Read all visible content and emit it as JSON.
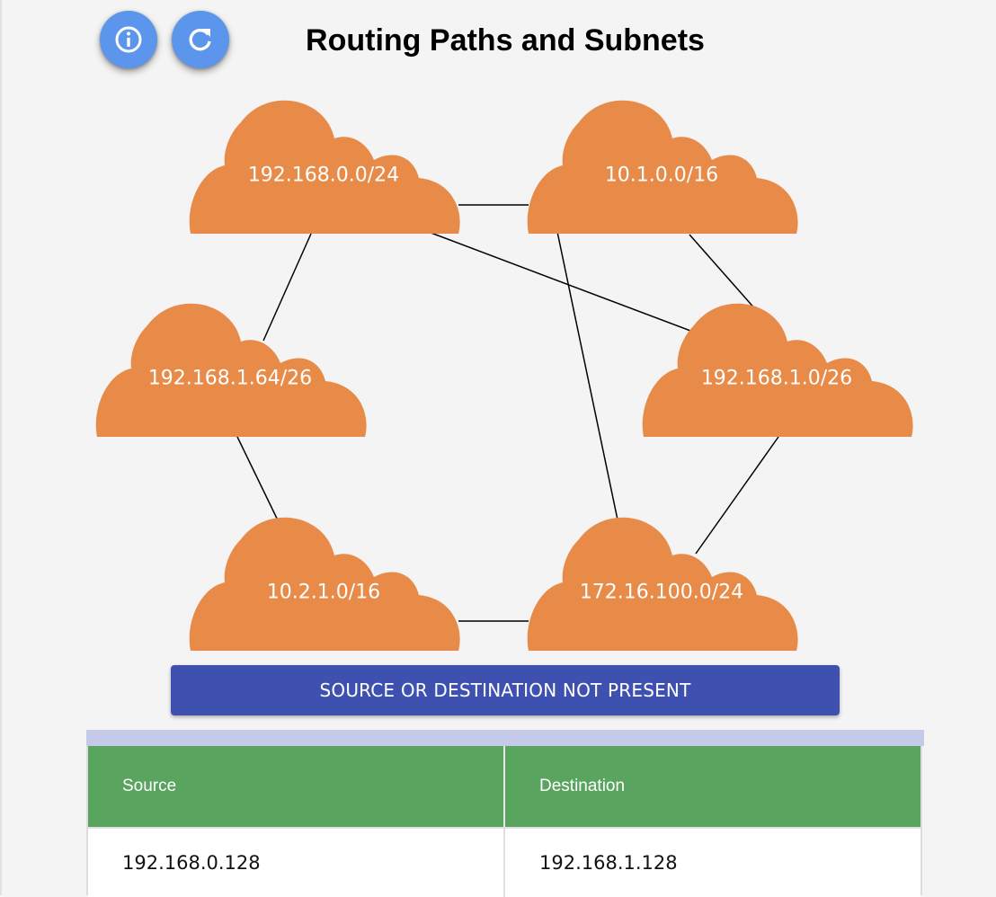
{
  "title": "Routing Paths and Subnets",
  "toolbar": {
    "info_icon": "info-icon",
    "refresh_icon": "refresh-icon"
  },
  "diagram": {
    "cloud_color": "#e88b48",
    "nodes": [
      {
        "id": "n1",
        "label": "192.168.0.0/24"
      },
      {
        "id": "n2",
        "label": "10.1.0.0/16"
      },
      {
        "id": "n3",
        "label": "192.168.1.64/26"
      },
      {
        "id": "n4",
        "label": "192.168.1.0/26"
      },
      {
        "id": "n5",
        "label": "10.2.1.0/16"
      },
      {
        "id": "n6",
        "label": "172.16.100.0/24"
      }
    ],
    "edges": [
      [
        "n1",
        "n2"
      ],
      [
        "n1",
        "n4"
      ],
      [
        "n1",
        "n3"
      ],
      [
        "n2",
        "n4"
      ],
      [
        "n2",
        "n6"
      ],
      [
        "n3",
        "n5"
      ],
      [
        "n4",
        "n6"
      ],
      [
        "n5",
        "n6"
      ]
    ]
  },
  "status_button": {
    "label": "SOURCE OR DESTINATION NOT PRESENT",
    "color": "#3f51b0"
  },
  "table": {
    "header_color": "#59a55f",
    "headers": [
      "Source",
      "Destination"
    ],
    "rows": [
      [
        "192.168.0.128",
        "192.168.1.128"
      ]
    ]
  }
}
